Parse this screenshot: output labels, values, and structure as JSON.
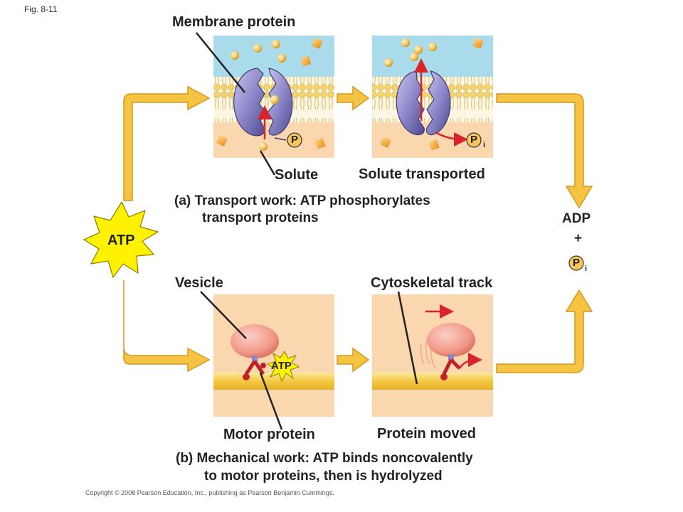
{
  "figure_number": "Fig. 8-11",
  "panel_a": {
    "label_membrane_protein": "Membrane protein",
    "label_solute": "Solute",
    "label_solute_transported": "Solute transported",
    "phosphate_label": "P",
    "pi_label": "P",
    "pi_subscript": "i",
    "caption_line1": "(a) Transport work: ATP phosphorylates",
    "caption_line2": "transport proteins"
  },
  "center": {
    "atp_label": "ATP"
  },
  "right": {
    "adp_label": "ADP",
    "plus_label": "+",
    "pi_label": "P",
    "pi_subscript": "i"
  },
  "panel_b": {
    "label_vesicle": "Vesicle",
    "label_cytoskeletal_track": "Cytoskeletal track",
    "label_motor_protein": "Motor protein",
    "label_protein_moved": "Protein moved",
    "atp_label": "ATP",
    "caption_line1": "(b) Mechanical work: ATP binds noncovalently",
    "caption_line2": "to motor proteins, then is hydrolyzed"
  },
  "copyright": "Copyright © 2008 Pearson Education, Inc., publishing as Pearson Benjamin Cummings.",
  "colors": {
    "extracellular": "#a9dbeb",
    "cytoplasm": "#fbd7b0",
    "membrane_head": "#f1c64f",
    "protein": "#8c87c9",
    "solute": "#f7c65c",
    "square_solute": "#f3a435",
    "arrow_red": "#d8242a",
    "atp_star": "#fff200",
    "flow_arrow": "#f6c342",
    "vesicle": "#f19787",
    "track": "#f8d25f"
  }
}
